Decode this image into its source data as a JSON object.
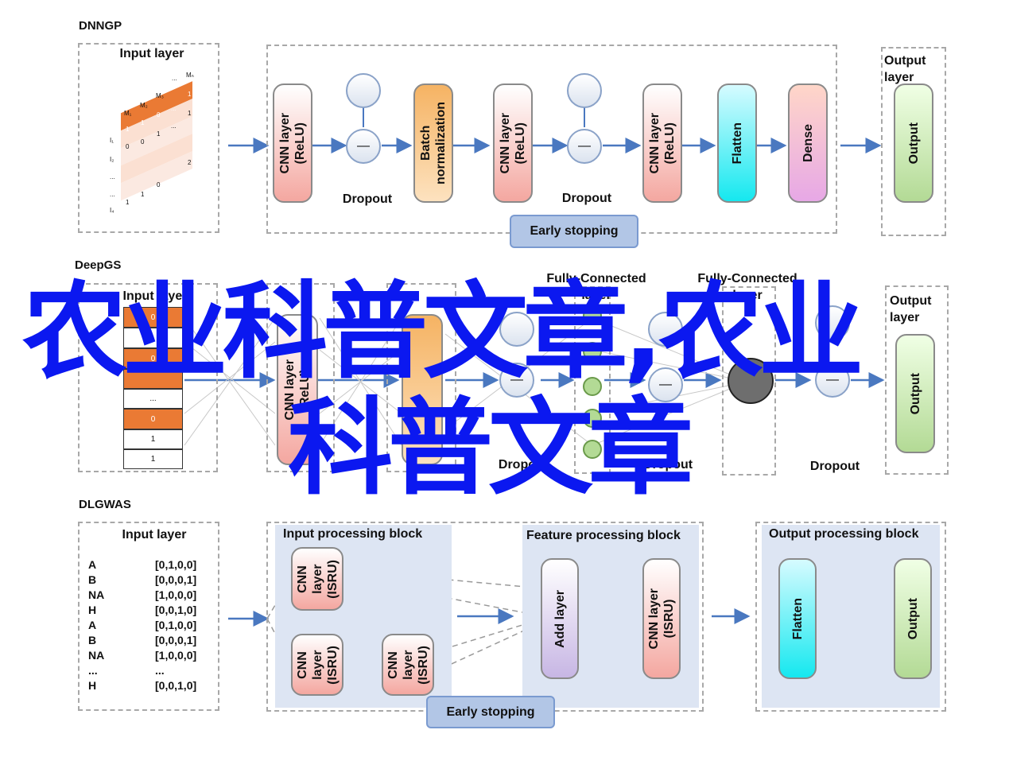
{
  "colors": {
    "arrow": "#4a78c0",
    "overlay_text": "#0b18f0"
  },
  "dnngp": {
    "title": "DNNGP",
    "input_label": "Input layer",
    "matrix_header": [
      "M₁",
      "M₂",
      "M₃",
      "...",
      "Mₙ"
    ],
    "matrix_rows": [
      "I₁",
      "I₂",
      "...",
      "...",
      "I₄"
    ],
    "matrix_first_row": [
      "1",
      "1",
      "0",
      "...",
      "1"
    ],
    "matrix_cells": [
      "0",
      "0",
      "1",
      "...",
      "1",
      "2",
      "1",
      "1",
      "0",
      "...",
      "2"
    ],
    "nodes": [
      "CNN layer\n(ReLU)",
      "Batch\nnormalization",
      "CNN layer\n(ReLU)",
      "CNN layer\n(ReLU)",
      "Flatten",
      "Dense"
    ],
    "dropout_labels": [
      "Dropout",
      "Dropout"
    ],
    "output_label": "Output\nlayer",
    "output_node": "Output",
    "early_stopping": "Early stopping"
  },
  "deepgs": {
    "title": "DeepGS",
    "input_label": "Input layer",
    "input_cells": [
      "0",
      "",
      "0",
      "",
      "...",
      "0",
      "1",
      "1"
    ],
    "fc_labels": [
      "Fully-Connected\nlayer",
      "Fully-Connected\nlayer"
    ],
    "nodes": [
      "CNN layer\n(ReLU)"
    ],
    "dropout_labels": [
      "Dropout",
      "Dropout",
      "Dropout"
    ],
    "output_label": "Output\nlayer",
    "output_node": "Output"
  },
  "dlgwas": {
    "title": "DLGWAS",
    "input_label": "Input layer",
    "encoding": [
      {
        "base": "A",
        "code": "[0,1,0,0]"
      },
      {
        "base": "B",
        "code": "[0,0,0,1]"
      },
      {
        "base": "NA",
        "code": "[1,0,0,0]"
      },
      {
        "base": "H",
        "code": "[0,0,1,0]"
      },
      {
        "base": "A",
        "code": "[0,1,0,0]"
      },
      {
        "base": "B",
        "code": "[0,0,0,1]"
      },
      {
        "base": "NA",
        "code": "[1,0,0,0]"
      },
      {
        "base": "...",
        "code": "..."
      },
      {
        "base": "H",
        "code": "[0,0,1,0]"
      }
    ],
    "input_block": "Input processing block",
    "feature_block": "Feature processing block",
    "output_block": "Output processing block",
    "cnn_isru": "CNN\nlayer\n(ISRU)",
    "add_layer": "Add layer",
    "cnn_isru_wide": "CNN layer\n(ISRU)",
    "flatten": "Flatten",
    "output_node": "Output",
    "early_stopping": "Early stopping"
  },
  "overlay": {
    "line1": "农业科普文章,农业",
    "line2": "科普文章"
  }
}
